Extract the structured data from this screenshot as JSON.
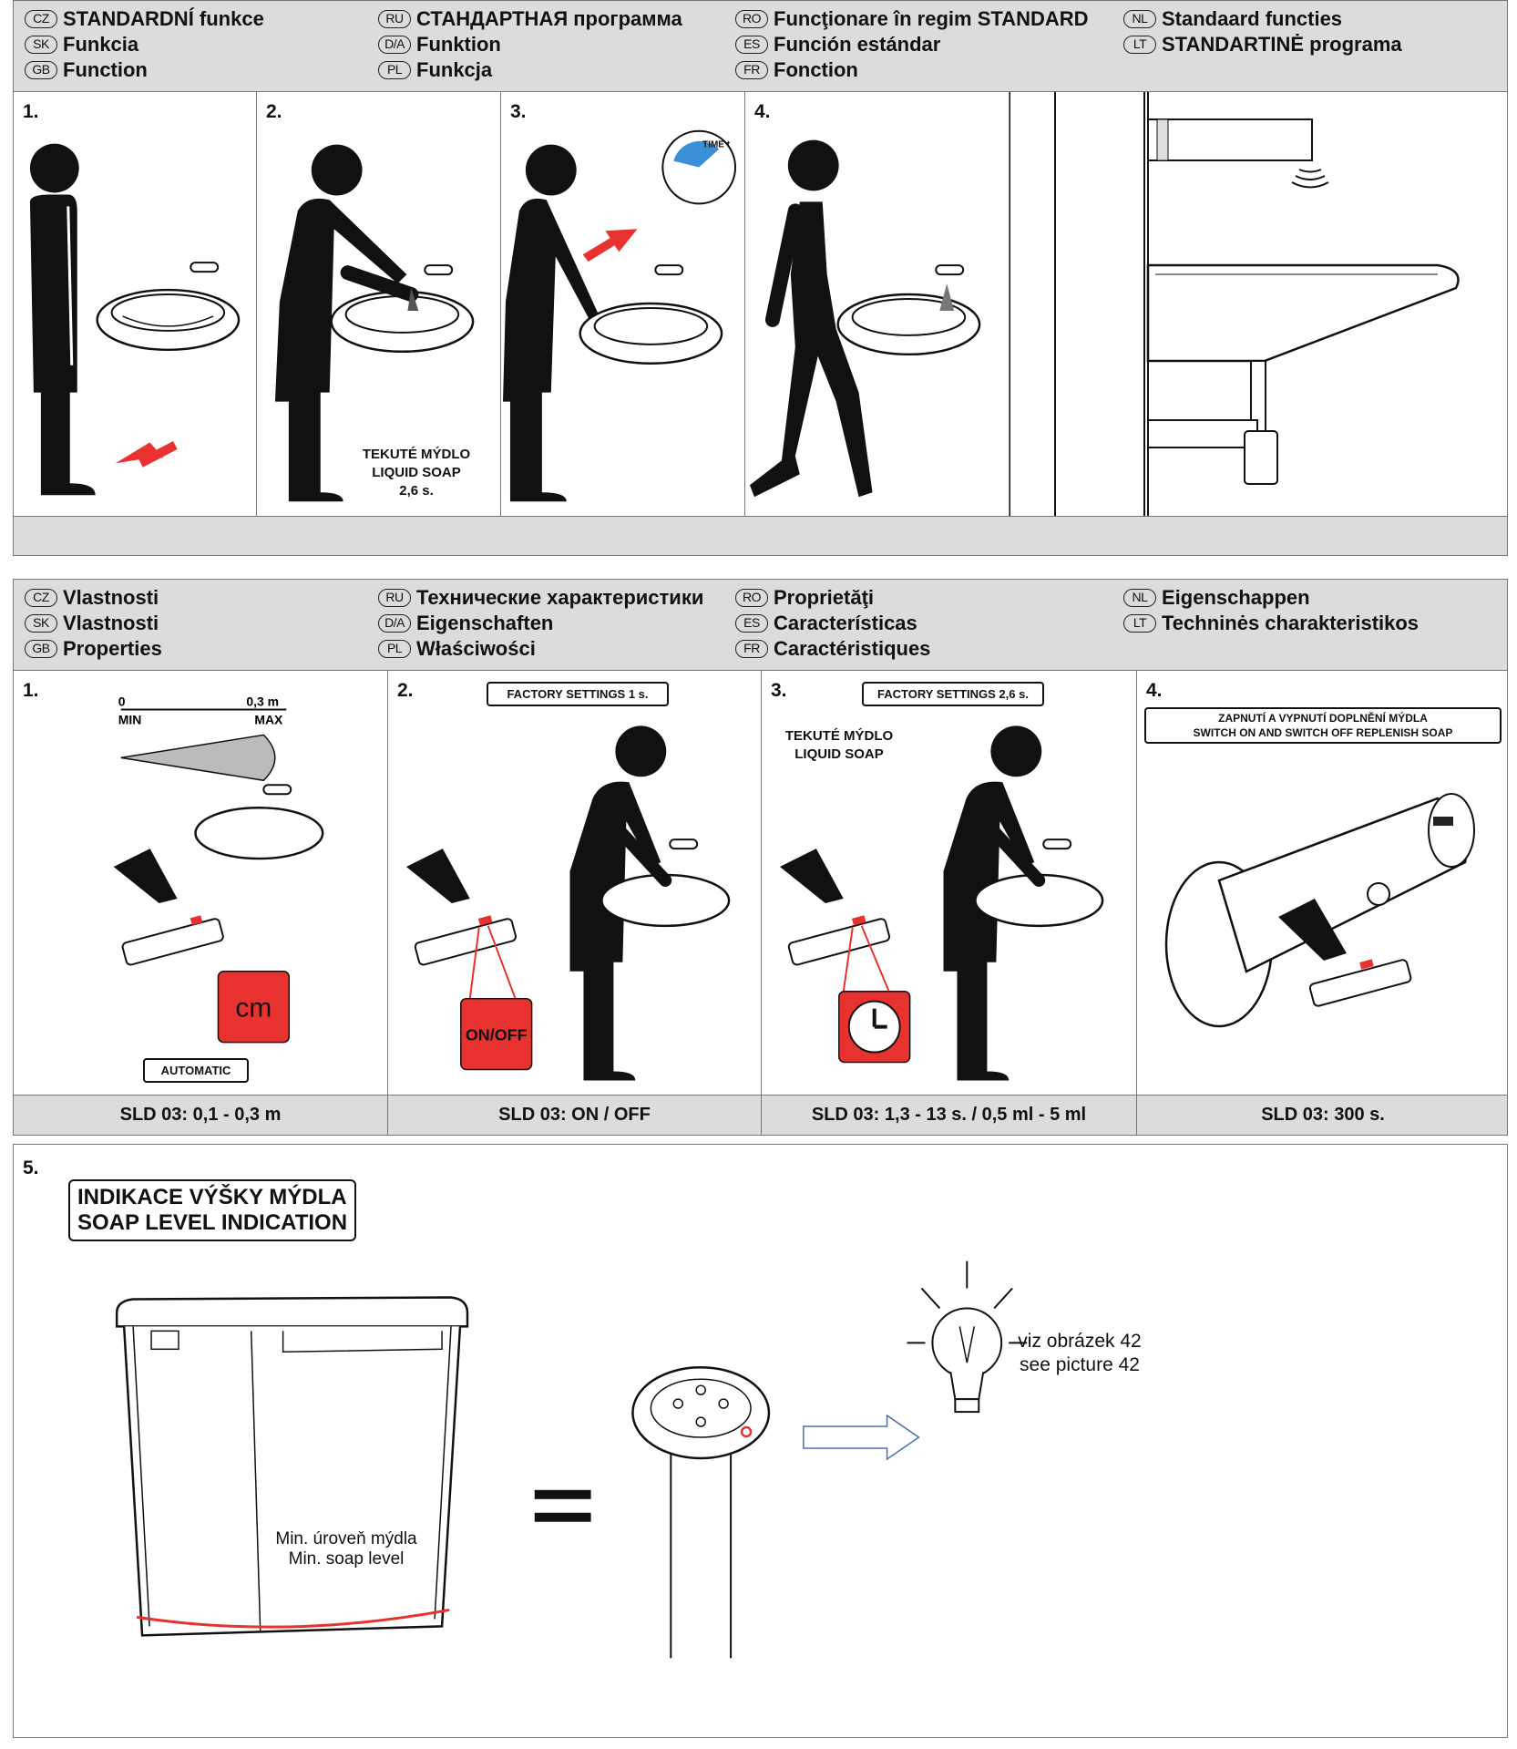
{
  "section1": {
    "header": {
      "col1": [
        {
          "code": "CZ",
          "text": "STANDARDNÍ funkce"
        },
        {
          "code": "SK",
          "text": "Funkcia"
        },
        {
          "code": "GB",
          "text": "Function"
        }
      ],
      "col2": [
        {
          "code": "RU",
          "text": "СТАНДАРТНАЯ программа"
        },
        {
          "code": "D/A",
          "text": "Funktion"
        },
        {
          "code": "PL",
          "text": "Funkcja"
        }
      ],
      "col3": [
        {
          "code": "RO",
          "text": "Funcţionare în regim STANDARD"
        },
        {
          "code": "ES",
          "text": "Función estándar"
        },
        {
          "code": "FR",
          "text": "Fonction"
        }
      ],
      "col4": [
        {
          "code": "NL",
          "text": "Standaard functies"
        },
        {
          "code": "LT",
          "text": "STANDARTINĖ programa"
        }
      ]
    },
    "steps": [
      "1.",
      "2.",
      "3.",
      "4."
    ],
    "step2_caption": [
      "TEKUTÉ MÝDLO",
      "LIQUID SOAP",
      "2,6 s."
    ],
    "timer_label": "TIME t"
  },
  "section2": {
    "header": {
      "col1": [
        {
          "code": "CZ",
          "text": "Vlastnosti"
        },
        {
          "code": "SK",
          "text": "Vlastnosti"
        },
        {
          "code": "GB",
          "text": "Properties"
        }
      ],
      "col2": [
        {
          "code": "RU",
          "text": "Технические характеристики"
        },
        {
          "code": "D/A",
          "text": "Eigenschaften"
        },
        {
          "code": "PL",
          "text": "Właściwości"
        }
      ],
      "col3": [
        {
          "code": "RO",
          "text": "Proprietăţi"
        },
        {
          "code": "ES",
          "text": "Características"
        },
        {
          "code": "FR",
          "text": "Caractéristiques"
        }
      ],
      "col4": [
        {
          "code": "NL",
          "text": "Eigenschappen"
        },
        {
          "code": "LT",
          "text": "Techninės charakteristikos"
        }
      ]
    },
    "steps": [
      "1.",
      "2.",
      "3.",
      "4."
    ],
    "panel1": {
      "range_min": "0",
      "range_max": "0,3 m",
      "min_label": "MIN",
      "max_label": "MAX",
      "unit_label": "cm",
      "mode_label": "AUTOMATIC"
    },
    "panel2": {
      "factory": "FACTORY SETTINGS 1 s.",
      "button_label": "ON/OFF"
    },
    "panel3": {
      "factory": "FACTORY SETTINGS 2,6 s.",
      "caption": [
        "TEKUTÉ MÝDLO",
        "LIQUID SOAP"
      ]
    },
    "panel4": {
      "caption": [
        "ZAPNUTÍ A VYPNUTÍ DOPLNĚNÍ MÝDLA",
        "SWITCH ON AND SWITCH OFF REPLENISH SOAP"
      ]
    },
    "footer": [
      "SLD 03: 0,1 - 0,3 m",
      "SLD 03: ON / OFF",
      "SLD 03: 1,3 - 13 s. / 0,5 ml - 5 ml",
      "SLD 03: 300 s."
    ]
  },
  "section3": {
    "step": "5.",
    "title": [
      "INDIKACE VÝŠKY MÝDLA",
      "SOAP LEVEL INDICATION"
    ],
    "min_level": [
      "Min. úroveň mýdla",
      "Min. soap level"
    ],
    "see_picture": [
      "viz obrázek 42",
      "see picture 42"
    ]
  },
  "colors": {
    "header_bg": "#dcdcdc",
    "accent_red": "#e8322f",
    "border": "#777777",
    "blue_arrow": "#4a6fb0"
  }
}
